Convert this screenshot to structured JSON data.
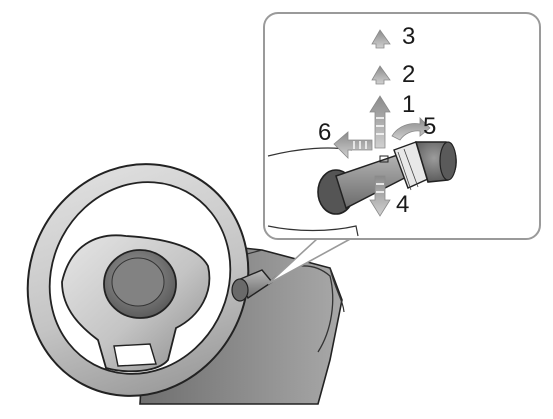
{
  "labels": {
    "pos1": "1",
    "pos2": "2",
    "pos3": "3",
    "pos4": "4",
    "pos5": "5",
    "pos6": "6"
  },
  "colors": {
    "outline": "#222222",
    "wheel_light": "#d8d8d8",
    "wheel_mid": "#a9a9a9",
    "wheel_dark": "#6e6e6e",
    "dash": "#8e8e8e",
    "arrow": "#9a9a9a",
    "callout_border": "#9a9a9a"
  }
}
